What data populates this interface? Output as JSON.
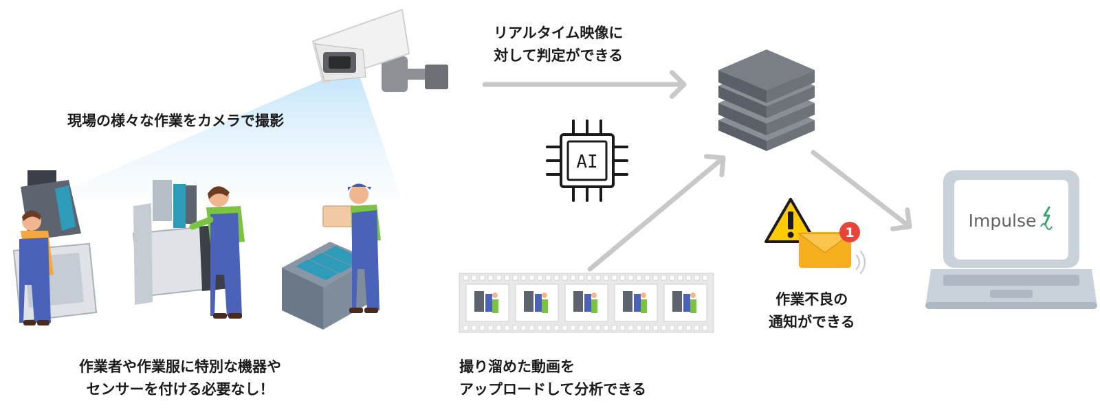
{
  "captions": {
    "camera": {
      "line1": "現場の様々な作業をカメラで撮影"
    },
    "stream": {
      "line1": "リアルタイム映像に",
      "line2": "対して判定ができる"
    },
    "workers": {
      "line1": "作業者や作業服に特別な機器や",
      "line2": "センサーを付ける必要なし！"
    },
    "upload": {
      "line1": "撮り溜めた動画を",
      "line2": "アップロードして分析できる"
    },
    "notify": {
      "line1": "作業不良の",
      "line2": "通知ができる"
    }
  },
  "ai_chip": {
    "text": "AI"
  },
  "notification_badge": {
    "count": "1"
  },
  "laptop_logo": {
    "text": "Impulse"
  },
  "colors": {
    "arrow": "#c8c8c8",
    "camera_beam": "#bfe3fa",
    "worker_suit": "#4a62b8",
    "worker_shirt": "#7cc243",
    "machine_teal": "#2e9bb8",
    "server": "#6e737a",
    "warning_yellow": "#ffcc00",
    "envelope": "#f6b01e",
    "badge_red": "#e8443a",
    "logo_green": "#3aa36b"
  }
}
